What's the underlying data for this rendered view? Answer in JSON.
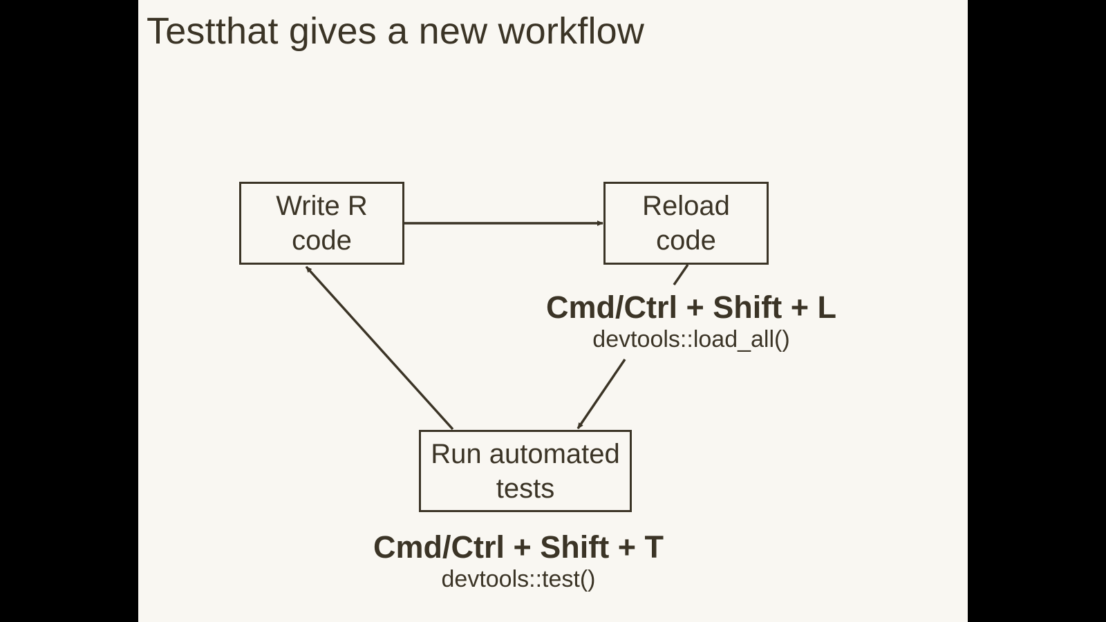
{
  "slide": {
    "title": "Testthat gives a new workflow"
  },
  "diagram": {
    "nodes": {
      "write": {
        "line1": "Write R",
        "line2": "code"
      },
      "reload": {
        "line1": "Reload",
        "line2": "code"
      },
      "tests": {
        "line1": "Run automated",
        "line2": "tests"
      }
    },
    "edges": [
      {
        "from": "write",
        "to": "reload"
      },
      {
        "from": "reload",
        "to": "tests"
      },
      {
        "from": "tests",
        "to": "write"
      }
    ],
    "shortcuts": {
      "reload": {
        "keys": "Cmd/Ctrl + Shift + L",
        "function": "devtools::load_all()"
      },
      "tests": {
        "keys": "Cmd/Ctrl + Shift + T",
        "function": "devtools::test()"
      }
    }
  },
  "colors": {
    "background": "#f9f7f2",
    "ink": "#3b3426",
    "letterbox": "#000000"
  }
}
